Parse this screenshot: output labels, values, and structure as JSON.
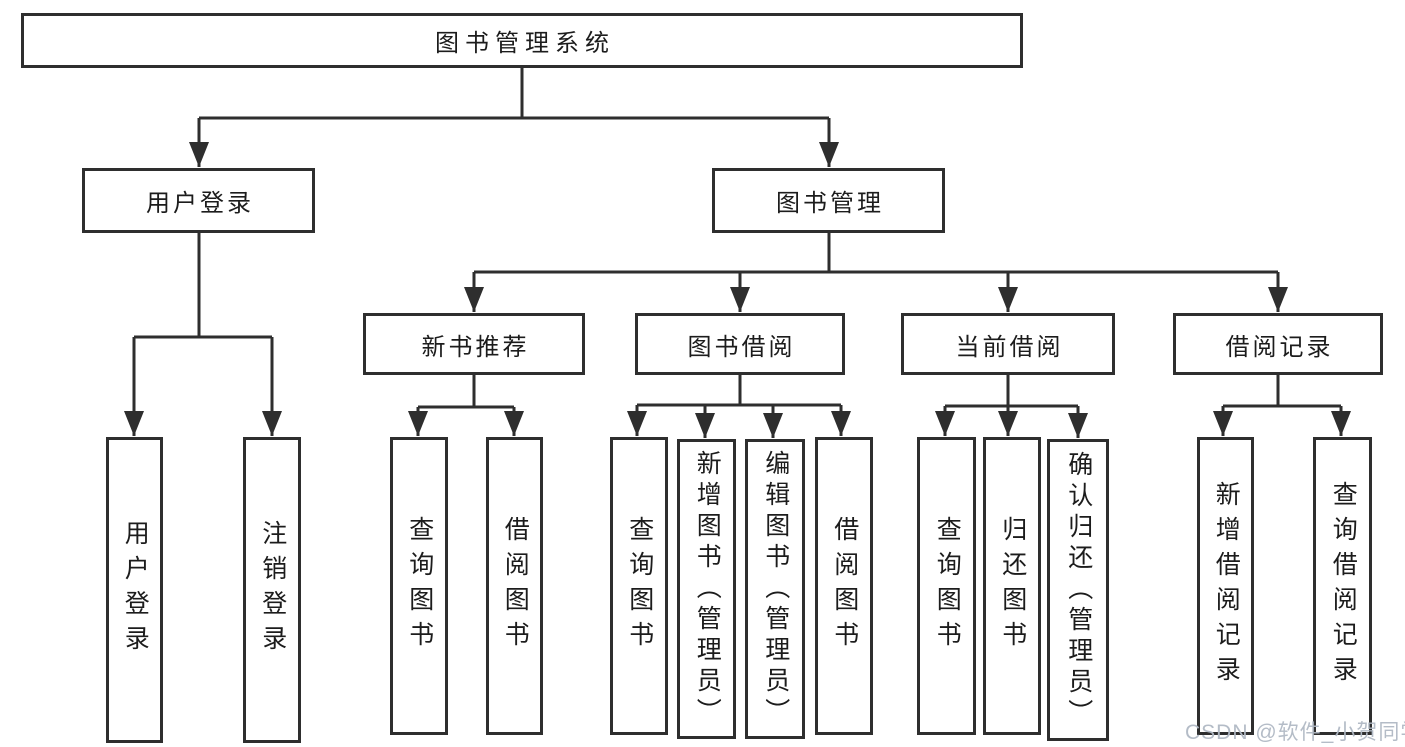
{
  "diagram": {
    "type": "tree",
    "title": "图书管理系统",
    "nodes": {
      "root": {
        "label": "图书管理系统"
      },
      "user_login": {
        "label": "用户登录"
      },
      "book_mgmt": {
        "label": "图书管理"
      },
      "new_book_rec": {
        "label": "新书推荐"
      },
      "book_borrow": {
        "label": "图书借阅"
      },
      "current_borrow": {
        "label": "当前借阅"
      },
      "borrow_record": {
        "label": "借阅记录"
      },
      "leaf_user_login": {
        "label": "用户登录"
      },
      "leaf_logout": {
        "label": "注销登录"
      },
      "leaf_rec_query": {
        "label": "查询图书"
      },
      "leaf_rec_borrow": {
        "label": "借阅图书"
      },
      "leaf_bb_query": {
        "label": "查询图书"
      },
      "leaf_bb_add": {
        "label": "新增图书（管理员）"
      },
      "leaf_bb_edit": {
        "label": "编辑图书（管理员）"
      },
      "leaf_bb_borrow": {
        "label": "借阅图书"
      },
      "leaf_cb_query": {
        "label": "查询图书"
      },
      "leaf_cb_return": {
        "label": "归还图书"
      },
      "leaf_cb_confirm": {
        "label": "确认归还（管理员）"
      },
      "leaf_br_add": {
        "label": "新增借阅记录"
      },
      "leaf_br_query": {
        "label": "查询借阅记录"
      }
    },
    "hierarchy": {
      "图书管理系统": {
        "用户登录": [
          "用户登录",
          "注销登录"
        ],
        "图书管理": {
          "新书推荐": [
            "查询图书",
            "借阅图书"
          ],
          "图书借阅": [
            "查询图书",
            "新增图书（管理员）",
            "编辑图书（管理员）",
            "借阅图书"
          ],
          "当前借阅": [
            "查询图书",
            "归还图书",
            "确认归还（管理员）"
          ],
          "借阅记录": [
            "新增借阅记录",
            "查询借阅记录"
          ]
        }
      }
    },
    "colors": {
      "line": "#2e2e2e",
      "text": "#1c1c1c",
      "box_background": "#ffffff",
      "page_background": "#ffffff",
      "watermark": "#b0b8c4"
    }
  },
  "watermark": {
    "text": "CSDN @软件_小贺同学"
  }
}
